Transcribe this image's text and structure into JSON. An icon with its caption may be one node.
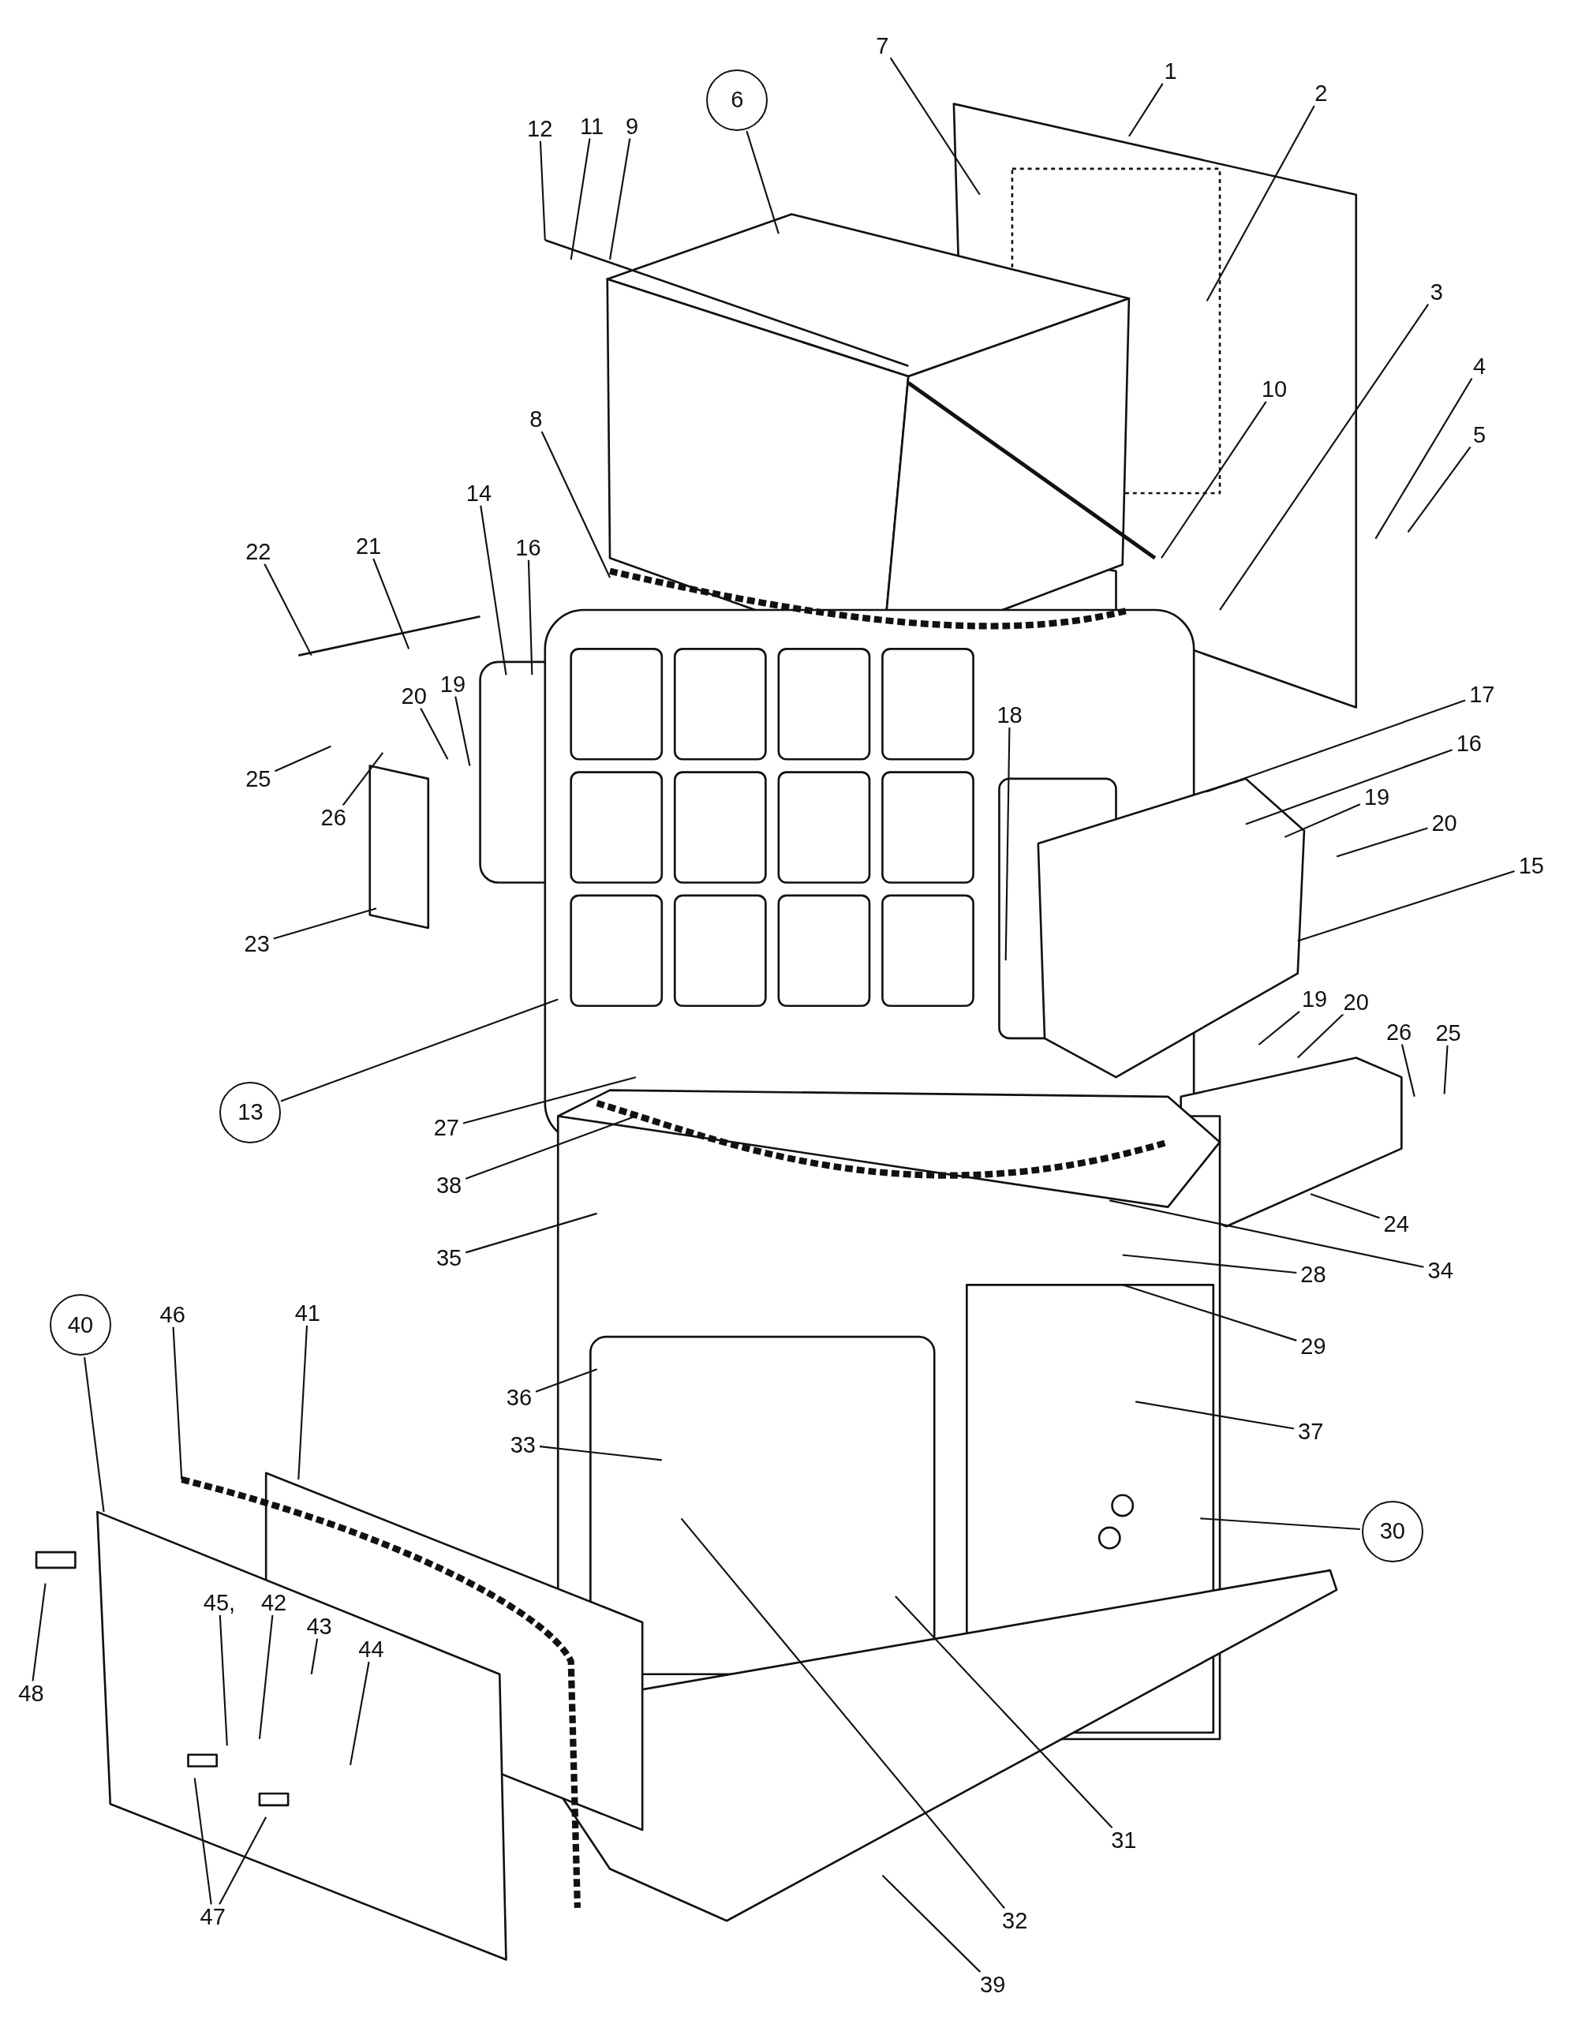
{
  "diagram": {
    "nodes": [
      {
        "text": [
          "7"
        ]
      },
      {
        "text": [
          "1"
        ]
      },
      {
        "text": [
          "2"
        ]
      },
      {
        "text": [
          "6"
        ]
      },
      {
        "text": [
          "12"
        ]
      },
      {
        "text": [
          "11"
        ]
      },
      {
        "text": [
          "9"
        ]
      },
      {
        "text": [
          "3"
        ]
      },
      {
        "text": [
          "4"
        ]
      },
      {
        "text": [
          "10"
        ]
      },
      {
        "text": [
          "8"
        ]
      },
      {
        "text": [
          "5"
        ]
      },
      {
        "text": [
          "14"
        ]
      },
      {
        "text": [
          "22"
        ]
      },
      {
        "text": [
          "21"
        ]
      },
      {
        "text": [
          "16"
        ]
      },
      {
        "text": [
          "19"
        ]
      },
      {
        "text": [
          "20"
        ]
      },
      {
        "text": [
          "17"
        ]
      },
      {
        "text": [
          "18"
        ]
      },
      {
        "text": [
          "16"
        ]
      },
      {
        "text": [
          "25"
        ]
      },
      {
        "text": [
          "19"
        ]
      },
      {
        "text": [
          "26"
        ]
      },
      {
        "text": [
          "20"
        ]
      },
      {
        "text": [
          "15"
        ]
      },
      {
        "text": [
          "23"
        ]
      },
      {
        "text": [
          "19"
        ]
      },
      {
        "text": [
          "20"
        ]
      },
      {
        "text": [
          "26"
        ]
      },
      {
        "text": [
          "25"
        ]
      },
      {
        "text": [
          "13"
        ]
      },
      {
        "text": [
          "27"
        ]
      },
      {
        "text": [
          "38"
        ]
      },
      {
        "text": [
          "24"
        ]
      },
      {
        "text": [
          "35"
        ]
      },
      {
        "text": [
          "34"
        ]
      },
      {
        "text": [
          "28"
        ]
      },
      {
        "text": [
          "40"
        ]
      },
      {
        "text": [
          "46"
        ]
      },
      {
        "text": [
          "41"
        ]
      },
      {
        "text": [
          "29"
        ]
      },
      {
        "text": [
          "36"
        ]
      },
      {
        "text": [
          "37"
        ]
      },
      {
        "text": [
          "33"
        ]
      },
      {
        "text": [
          "30"
        ]
      },
      {
        "text": [
          "45,"
        ]
      },
      {
        "text": [
          "42"
        ]
      },
      {
        "text": [
          "43"
        ]
      },
      {
        "text": [
          "44"
        ]
      },
      {
        "text": [
          "48"
        ]
      },
      {
        "text": [
          "31"
        ]
      },
      {
        "text": [
          "47"
        ]
      },
      {
        "text": [
          "32"
        ]
      },
      {
        "text": [
          "39"
        ]
      }
    ],
    "edges": [
      {
        "from": 0,
        "to": null,
        "arrow": "none"
      },
      {
        "from": 1,
        "to": null,
        "arrow": "none"
      },
      {
        "from": 2,
        "to": null,
        "arrow": "none"
      },
      {
        "from": 3,
        "to": null,
        "arrow": "none"
      },
      {
        "from": 4,
        "to": null,
        "arrow": "none"
      },
      {
        "from": 5,
        "to": null,
        "arrow": "none"
      },
      {
        "from": 6,
        "to": null,
        "arrow": "none"
      },
      {
        "from": 7,
        "to": null,
        "arrow": "none"
      },
      {
        "from": 8,
        "to": null,
        "arrow": "none"
      },
      {
        "from": 9,
        "to": null,
        "arrow": "none"
      },
      {
        "from": 10,
        "to": null,
        "arrow": "none"
      },
      {
        "from": 11,
        "to": null,
        "arrow": "none"
      },
      {
        "from": 12,
        "to": null,
        "arrow": "none"
      },
      {
        "from": 13,
        "to": null,
        "arrow": "none"
      },
      {
        "from": 14,
        "to": null,
        "arrow": "none"
      },
      {
        "from": 15,
        "to": null,
        "arrow": "none"
      },
      {
        "from": 16,
        "to": null,
        "arrow": "none"
      },
      {
        "from": 17,
        "to": null,
        "arrow": "none"
      },
      {
        "from": 18,
        "to": null,
        "arrow": "none"
      },
      {
        "from": 19,
        "to": null,
        "arrow": "none"
      },
      {
        "from": 20,
        "to": null,
        "arrow": "none"
      },
      {
        "from": 21,
        "to": null,
        "arrow": "none"
      },
      {
        "from": 22,
        "to": null,
        "arrow": "none"
      },
      {
        "from": 23,
        "to": null,
        "arrow": "none"
      },
      {
        "from": 24,
        "to": null,
        "arrow": "none"
      },
      {
        "from": 25,
        "to": null,
        "arrow": "none"
      },
      {
        "from": 26,
        "to": null,
        "arrow": "none"
      },
      {
        "from": 27,
        "to": null,
        "arrow": "none"
      },
      {
        "from": 28,
        "to": null,
        "arrow": "none"
      },
      {
        "from": 29,
        "to": null,
        "arrow": "none"
      },
      {
        "from": 30,
        "to": null,
        "arrow": "none"
      },
      {
        "from": 31,
        "to": null,
        "arrow": "none"
      },
      {
        "from": 32,
        "to": null,
        "arrow": "none"
      },
      {
        "from": 33,
        "to": null,
        "arrow": "none"
      },
      {
        "from": 34,
        "to": null,
        "arrow": "none"
      },
      {
        "from": 35,
        "to": null,
        "arrow": "none"
      },
      {
        "from": 36,
        "to": null,
        "arrow": "none"
      },
      {
        "from": 37,
        "to": null,
        "arrow": "none"
      },
      {
        "from": 38,
        "to": null,
        "arrow": "none"
      },
      {
        "from": 39,
        "to": null,
        "arrow": "none"
      },
      {
        "from": 40,
        "to": null,
        "arrow": "none"
      },
      {
        "from": 41,
        "to": null,
        "arrow": "none"
      },
      {
        "from": 42,
        "to": null,
        "arrow": "none"
      },
      {
        "from": 43,
        "to": null,
        "arrow": "none"
      },
      {
        "from": 44,
        "to": null,
        "arrow": "none"
      },
      {
        "from": 45,
        "to": null,
        "arrow": "none"
      },
      {
        "from": 46,
        "to": null,
        "arrow": "none"
      },
      {
        "from": 47,
        "to": null,
        "arrow": "none"
      },
      {
        "from": 48,
        "to": null,
        "arrow": "none"
      },
      {
        "from": 49,
        "to": null,
        "arrow": "none"
      },
      {
        "from": 50,
        "to": null,
        "arrow": "none"
      },
      {
        "from": 51,
        "to": null,
        "arrow": "none"
      },
      {
        "from": 52,
        "to": null,
        "arrow": "none"
      },
      {
        "from": 52,
        "to": null,
        "arrow": "none"
      },
      {
        "from": 53,
        "to": null,
        "arrow": "none"
      },
      {
        "from": 54,
        "to": null,
        "arrow": "none"
      }
    ]
  }
}
